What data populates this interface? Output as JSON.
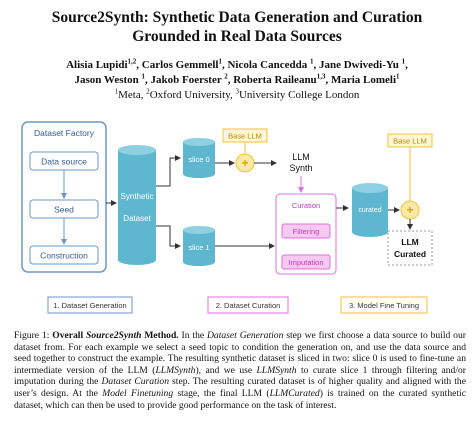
{
  "paper": {
    "title_line1": "Source2Synth:  Synthetic Data Generation and Curation",
    "title_line2": "Grounded in Real Data Sources",
    "authors_line1": [
      {
        "name": "Alisia Lupidi",
        "sup": "1,2",
        "sep": ", "
      },
      {
        "name": "Carlos Gemmell",
        "sup": "1",
        "sep": ", "
      },
      {
        "name": "Nicola Cancedda ",
        "sup": "1",
        "sep": ", "
      },
      {
        "name": "Jane Dwivedi-Yu ",
        "sup": "1",
        "sep": ","
      }
    ],
    "authors_line2": [
      {
        "name": "Jason Weston ",
        "sup": "1",
        "sep": ", "
      },
      {
        "name": "Jakob Foerster ",
        "sup": "2",
        "sep": ", "
      },
      {
        "name": "Roberta Raileanu",
        "sup": "1,3",
        "sep": ", "
      },
      {
        "name": "Maria Lomeli",
        "sup": "1",
        "sep": ""
      }
    ],
    "affiliations": [
      {
        "sup": "1",
        "name": "Meta, "
      },
      {
        "sup": "2",
        "name": "Oxford University, "
      },
      {
        "sup": "3",
        "name": "University College London"
      }
    ]
  },
  "figure": {
    "dataset_factory": "Dataset Factory",
    "data_source": "Data source",
    "seed": "Seed",
    "construction": "Construction",
    "synthetic_line1": "Synthetic",
    "synthetic_line2": "Dataset",
    "slice0": "slice 0",
    "slice1": "slice 1",
    "base_llm_1": "Base LLM",
    "llm_synth_line1": "LLM",
    "llm_synth_line2": "Synth",
    "curation": "Curation",
    "filtering": "Filtering",
    "imputation": "Imputation",
    "curated": "curated",
    "base_llm_2": "Base LLM",
    "llm_curated_line1": "LLM",
    "llm_curated_line2": "Curated",
    "stage1": "1. Dataset Generation",
    "stage2": "2. Dataset Curation",
    "stage3": "3. Model Fine Tuning",
    "colors": {
      "blue_box": "#6f95c8",
      "teal": "#5fb6cf",
      "pink": "#e070d8",
      "light_pink": "#f6c9f1",
      "yellow": "#f5d76a",
      "black_box": "#1a1a1a"
    }
  },
  "caption": {
    "label": "Figure 1:",
    "bold_title": " Overall ",
    "bold_title_it": "Source2Synth",
    "bold_title_end": " Method.",
    "s1": " In the ",
    "s1_it": "Dataset Generation",
    "s2": " step we first choose a data source to build our dataset from. For each example we select a seed topic to condition the generation on, and use the data source and seed together to construct the example. The resulting synthetic dataset is sliced in two: slice 0 is used to fine-tune an intermediate version of the LLM (",
    "s2_it": "LLMSynth",
    "s3": "), and we use ",
    "s3_it": "LLMSynth",
    "s4": " to curate slice 1 through filtering and/or imputation during the ",
    "s4_it": "Dataset Curation",
    "s5": " step. The resulting curated dataset is of higher quality and aligned with the user’s design. At the ",
    "s5_it": "Model Finetuning",
    "s6": " stage, the final LLM (",
    "s6_it": "LLMCurated",
    "s7": ") is trained on the curated synthetic dataset, which can then be used to provide good performance on the task of interest."
  }
}
